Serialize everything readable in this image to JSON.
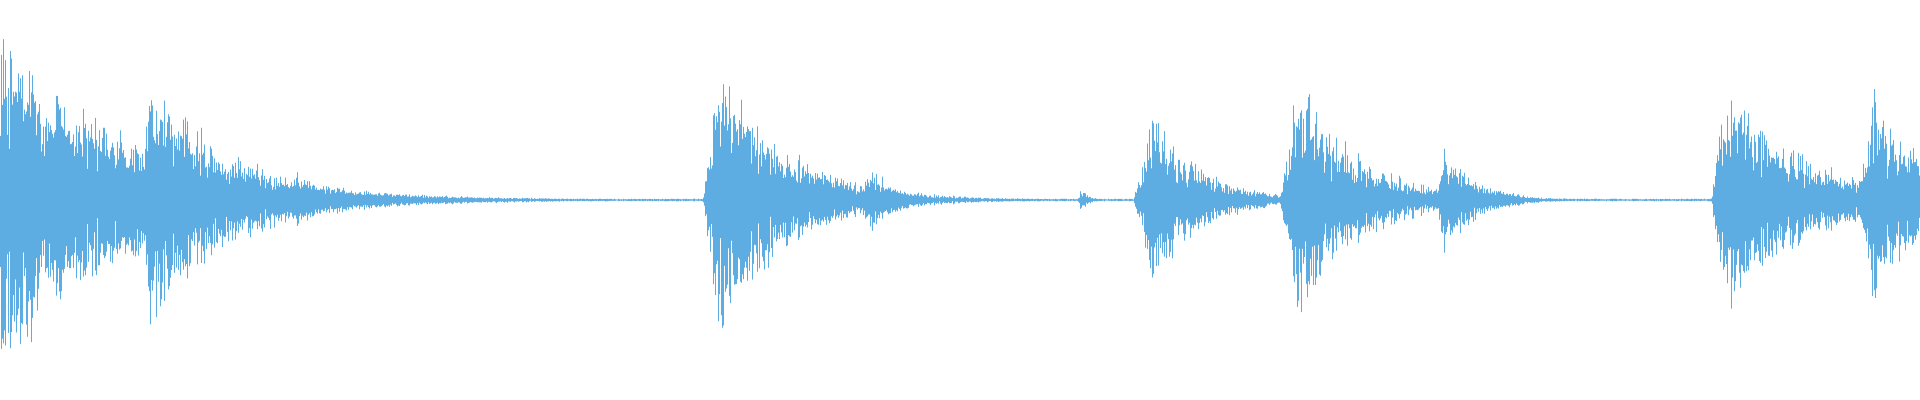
{
  "waveform": {
    "color": "#5dade2",
    "baseline_color": "#5dade2",
    "amplitude_scale_max": 1.0,
    "onsets": [
      {
        "t": 0.0,
        "peak": 1.0,
        "decay": 0.18,
        "width": 0.012
      },
      {
        "t": 0.078,
        "peak": 0.75,
        "decay": 0.12,
        "width": 0.006
      },
      {
        "t": 0.152,
        "peak": 0.2,
        "decay": 0.05,
        "width": 0.004
      },
      {
        "t": 0.374,
        "peak": 0.8,
        "decay": 0.1,
        "width": 0.008
      },
      {
        "t": 0.452,
        "peak": 0.22,
        "decay": 0.04,
        "width": 0.004
      },
      {
        "t": 0.563,
        "peak": 0.07,
        "decay": 0.012,
        "width": 0.002
      },
      {
        "t": 0.6,
        "peak": 0.5,
        "decay": 0.07,
        "width": 0.01
      },
      {
        "t": 0.676,
        "peak": 0.7,
        "decay": 0.09,
        "width": 0.01
      },
      {
        "t": 0.752,
        "peak": 0.3,
        "decay": 0.05,
        "width": 0.004
      },
      {
        "t": 0.899,
        "peak": 0.65,
        "decay": 0.12,
        "width": 0.008
      },
      {
        "t": 0.976,
        "peak": 0.62,
        "decay": 0.08,
        "width": 0.01
      }
    ]
  }
}
